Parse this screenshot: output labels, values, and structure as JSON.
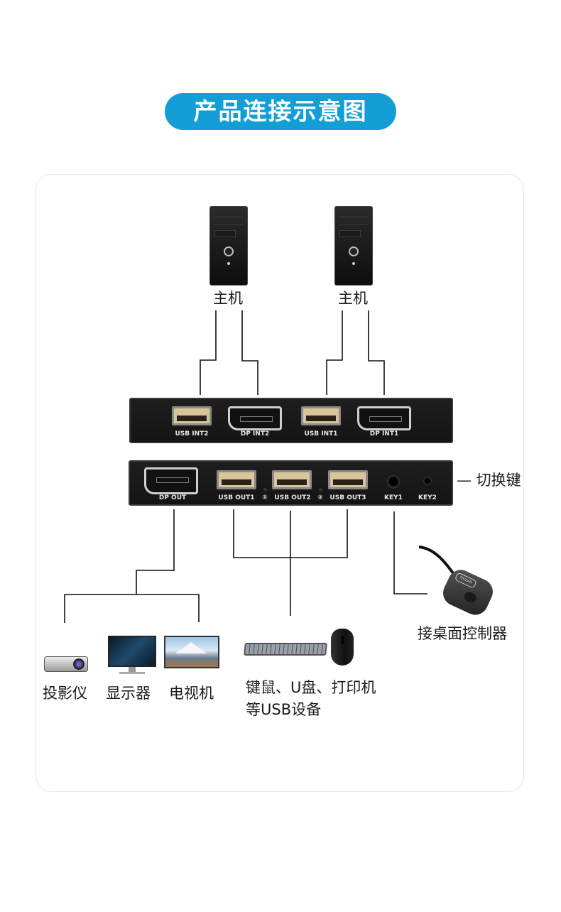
{
  "title": "产品连接示意图",
  "colors": {
    "accent": "#139fd6",
    "frame_border": "#d4ecfa",
    "device_body": "#1a1a1a"
  },
  "hosts": [
    {
      "label": "主机",
      "icon": "desktop-tower-icon"
    },
    {
      "label": "主机",
      "icon": "desktop-tower-icon"
    }
  ],
  "input_panel": {
    "ports": [
      "USB INT2",
      "DP INT2",
      "USB INT1",
      "DP INT1"
    ]
  },
  "output_panel": {
    "ports": [
      "DP OUT",
      "USB OUT1",
      "①",
      "USB OUT2",
      "②",
      "USB OUT3",
      "KEY1",
      "KEY2"
    ],
    "switch_key_label": "— 切换键"
  },
  "display_devices": [
    {
      "label": "投影仪",
      "icon": "projector-icon"
    },
    {
      "label": "显示器",
      "icon": "monitor-icon"
    },
    {
      "label": "电视机",
      "icon": "tv-icon"
    }
  ],
  "usb_devices": {
    "line1": "键鼠、U盘、打印机",
    "line2": "等USB设备"
  },
  "controller": {
    "label": "接桌面控制器",
    "badge": "FJGEAR"
  }
}
